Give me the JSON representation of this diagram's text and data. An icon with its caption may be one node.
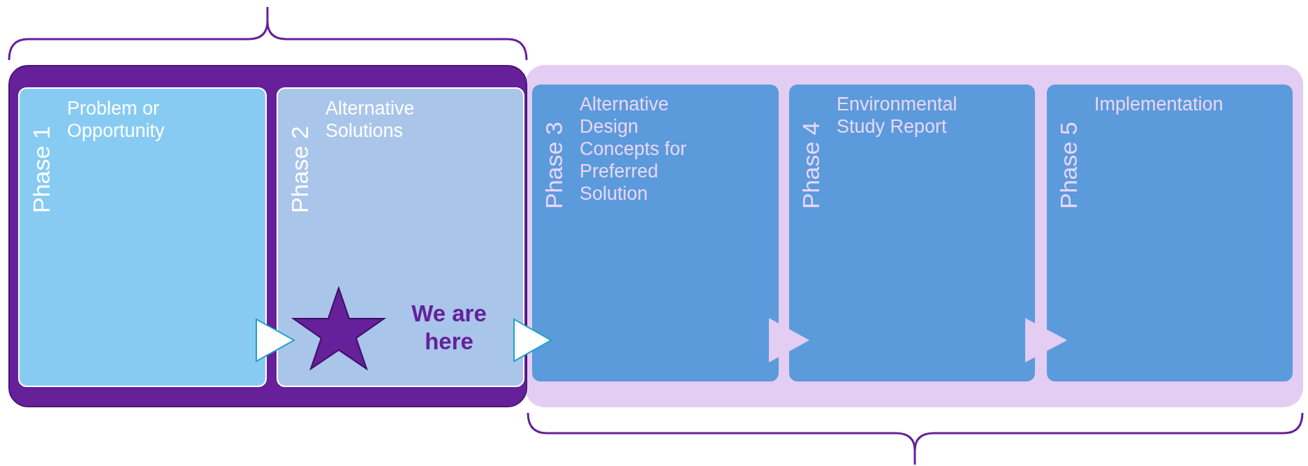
{
  "diagram": {
    "nodes": [
      {
        "text": [],
        "shape": "box"
      },
      {
        "text": [],
        "shape": "box"
      },
      {
        "text": [
          "Phase 1",
          "Problem or Opportunity"
        ],
        "in": 0
      },
      {
        "text": [
          "Phase 2",
          "Alternative Solutions",
          "We are here"
        ],
        "in": 0
      },
      {
        "text": [
          "Phase 3",
          "Alternative Design Concepts for Preferred Solution"
        ],
        "in": 1
      },
      {
        "text": [
          "Phase 4",
          "Environmental Study Report"
        ],
        "in": 1
      },
      {
        "text": [
          "Phase 5",
          "Implementation"
        ],
        "in": 1
      }
    ],
    "edges": [
      {
        "from": 2,
        "to": 3,
        "arrow": "to"
      },
      {
        "from": 3,
        "to": 4,
        "arrow": "to"
      },
      {
        "from": 4,
        "to": 5,
        "arrow": "to",
        "color": "#e3cdf3"
      },
      {
        "from": 5,
        "to": 6,
        "arrow": "to",
        "color": "#e3cdf3"
      }
    ]
  }
}
